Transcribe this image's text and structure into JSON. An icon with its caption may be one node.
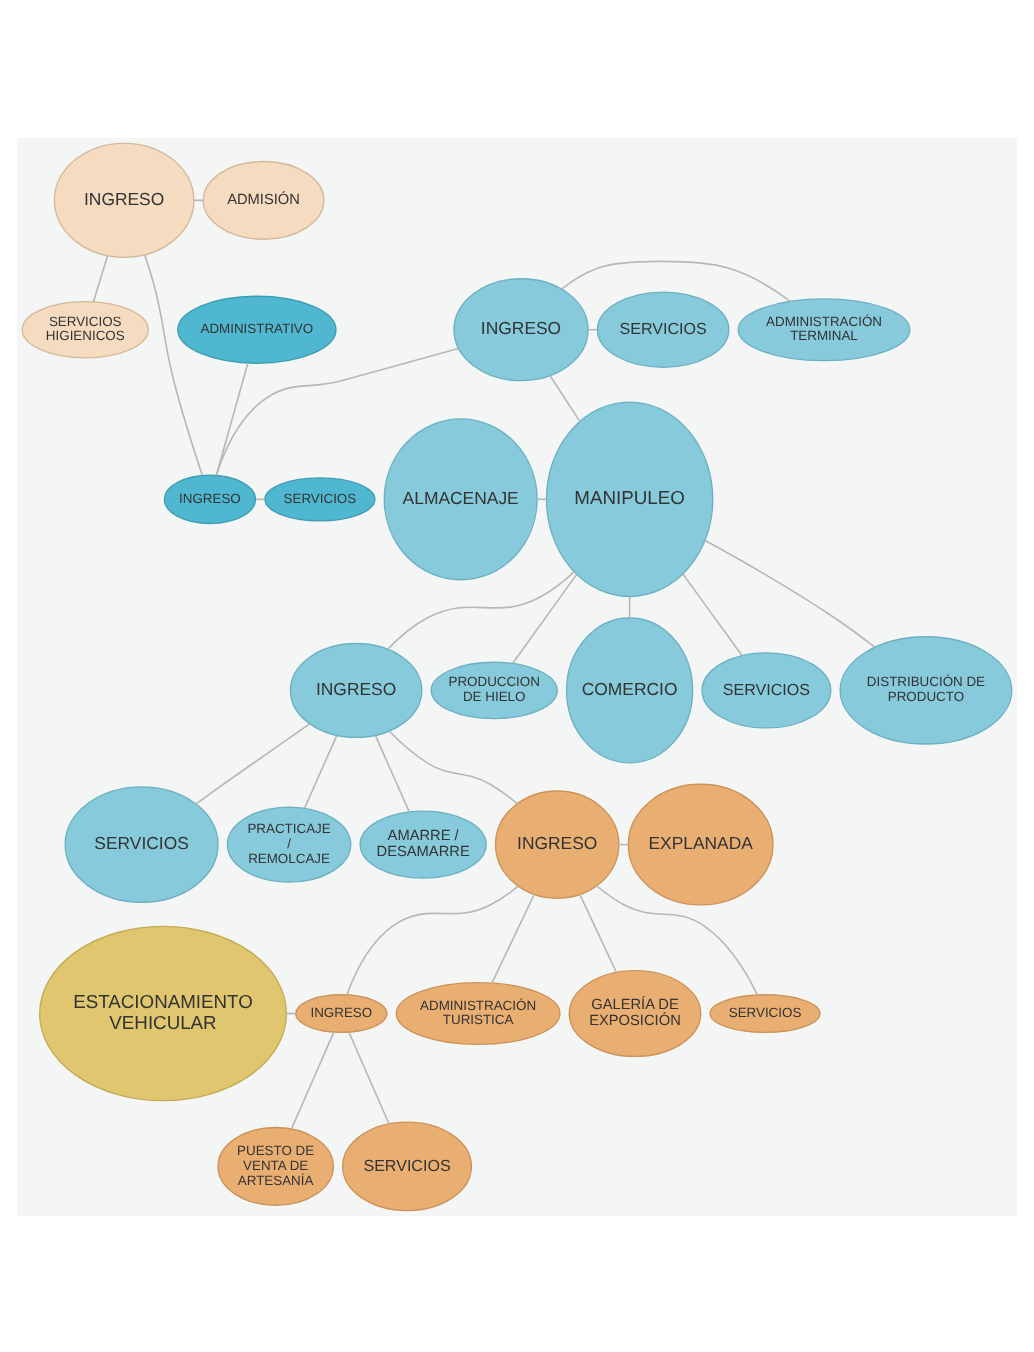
{
  "diagram": {
    "nodes": [
      {
        "text": [
          "INGRESO"
        ]
      },
      {
        "text": [
          "ADMISIÓN"
        ]
      },
      {
        "text": [
          "ADMINISTRACIÓN TERMINAL"
        ]
      },
      {
        "text": [
          "ADMINISTRATIVO"
        ]
      },
      {
        "text": [
          "INGRESO"
        ]
      },
      {
        "text": [
          "INGRESO"
        ]
      },
      {
        "text": [
          "SERVICIOS"
        ]
      },
      {
        "text": [
          "SERVICIOS"
        ]
      },
      {
        "text": [
          "SERVICIOS HIGIENICOS"
        ]
      },
      {
        "text": [
          "ALMACENAJE"
        ]
      },
      {
        "text": [
          "MANIPULEO"
        ]
      },
      {
        "text": [
          "DISTRIBUCIÓN DE PRODUCTO"
        ]
      },
      {
        "text": [
          "PRACTICAJE / REMOLCAJE"
        ]
      },
      {
        "text": [
          "PRODUCCION DE HIELO"
        ]
      },
      {
        "text": [
          "SERVICIOS"
        ]
      },
      {
        "text": [
          "INGRESO"
        ]
      },
      {
        "text": [
          "COMERCIO"
        ]
      },
      {
        "text": [
          "SERVICIOS"
        ]
      },
      {
        "text": [
          "AMARRE / DESAMARRE"
        ]
      },
      {
        "text": [
          "INGRESO"
        ]
      },
      {
        "text": [
          "EXPLANADA"
        ]
      },
      {
        "text": [
          "ADMINISTRACIÓN TURISTICA"
        ]
      },
      {
        "text": [
          "GALERÍA DE EXPOSICIÓN"
        ]
      },
      {
        "text": [
          "SERVICIOS"
        ]
      },
      {
        "text": [
          "ESTACIONAMIENTO VEHICULAR"
        ]
      },
      {
        "text": [
          "INGRESO"
        ]
      },
      {
        "text": [
          "PUESTO DE VENTA DE ARTESANÍA"
        ]
      },
      {
        "text": [
          "SERVICIOS"
        ]
      }
    ],
    "edges": [
      {
        "from": 0,
        "to": 1,
        "arrow": "none"
      },
      {
        "from": 0,
        "to": 8,
        "arrow": "none"
      },
      {
        "from": 0,
        "to": 4,
        "arrow": "none"
      },
      {
        "from": 4,
        "to": 3,
        "arrow": "none"
      },
      {
        "from": 4,
        "to": 5,
        "arrow": "none"
      },
      {
        "from": 4,
        "to": 6,
        "arrow": "none"
      },
      {
        "from": 5,
        "to": 2,
        "arrow": "none"
      },
      {
        "from": 5,
        "to": 7,
        "arrow": "none"
      },
      {
        "from": 5,
        "to": 10,
        "arrow": "none"
      },
      {
        "from": 10,
        "to": 9,
        "arrow": "none"
      },
      {
        "from": 10,
        "to": 15,
        "arrow": "none"
      },
      {
        "from": 10,
        "to": 13,
        "arrow": "none"
      },
      {
        "from": 10,
        "to": 16,
        "arrow": "none"
      },
      {
        "from": 10,
        "to": 14,
        "arrow": "none"
      },
      {
        "from": 10,
        "to": 11,
        "arrow": "none"
      },
      {
        "from": 15,
        "to": 17,
        "arrow": "none"
      },
      {
        "from": 15,
        "to": 12,
        "arrow": "none"
      },
      {
        "from": 15,
        "to": 18,
        "arrow": "none"
      },
      {
        "from": 15,
        "to": 19,
        "arrow": "none"
      },
      {
        "from": 19,
        "to": 25,
        "arrow": "none"
      },
      {
        "from": 19,
        "to": 20,
        "arrow": "none"
      },
      {
        "from": 19,
        "to": 21,
        "arrow": "none"
      },
      {
        "from": 19,
        "to": 22,
        "arrow": "none"
      },
      {
        "from": 19,
        "to": 23,
        "arrow": "none"
      },
      {
        "from": 25,
        "to": 24,
        "arrow": "none"
      },
      {
        "from": 25,
        "to": 26,
        "arrow": "none"
      },
      {
        "from": 25,
        "to": 27,
        "arrow": "none"
      }
    ]
  }
}
